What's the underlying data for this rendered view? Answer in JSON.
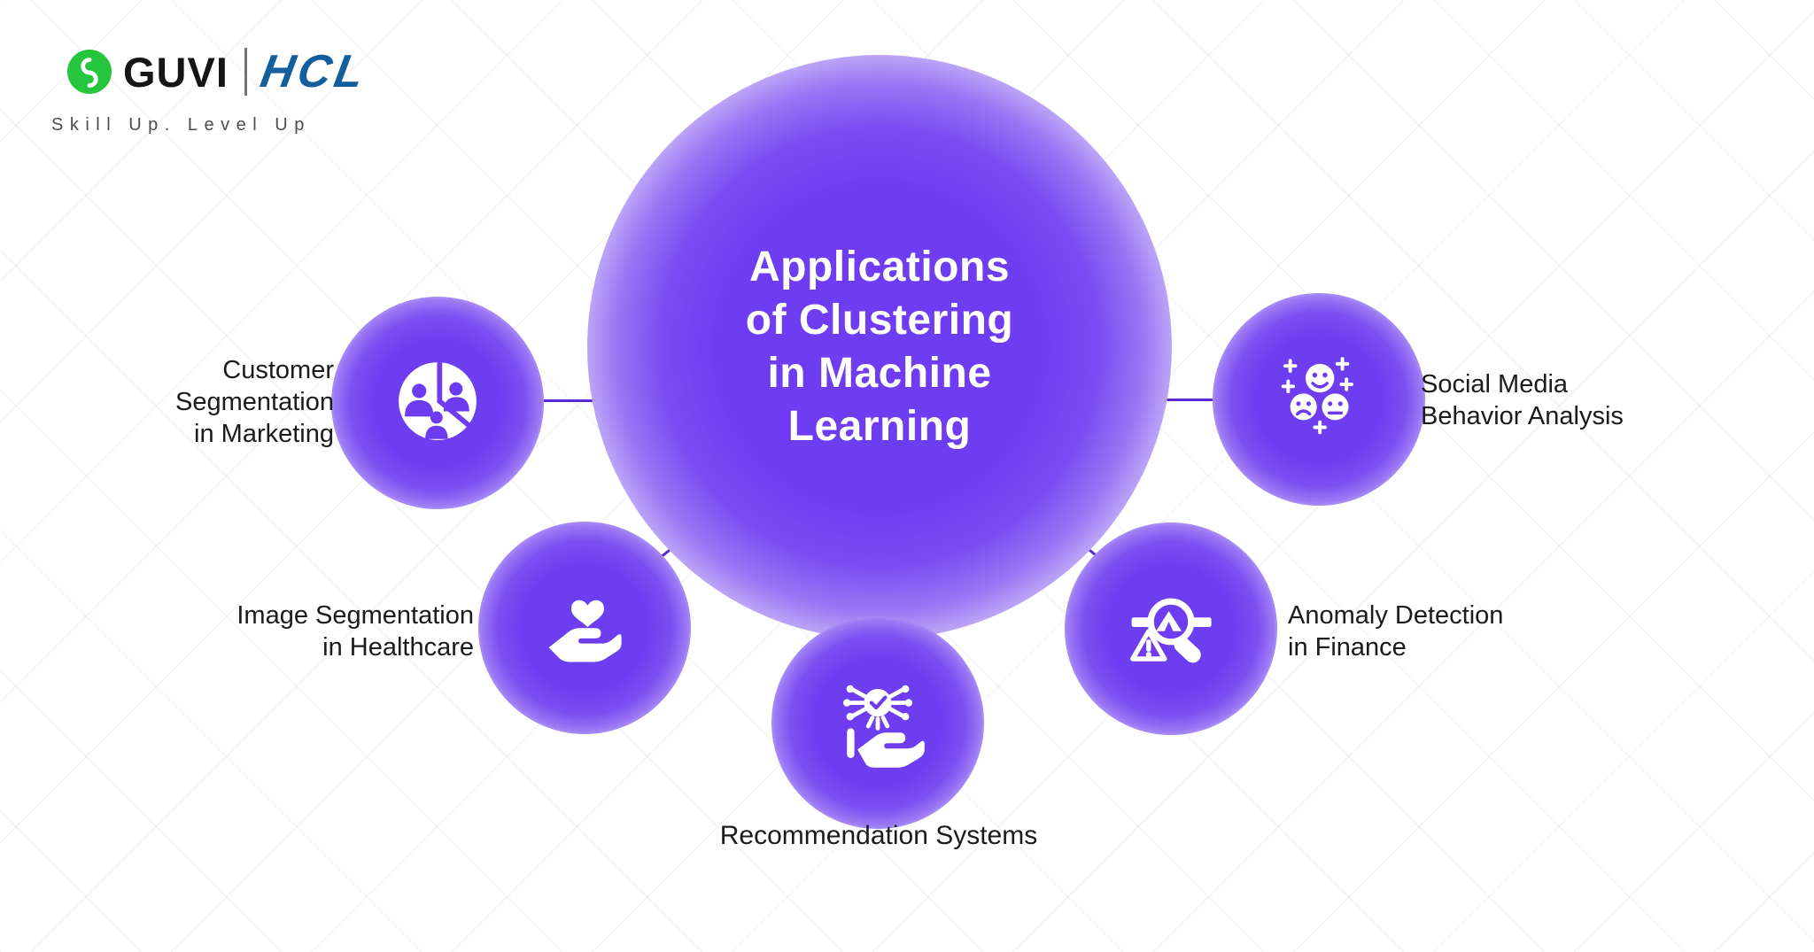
{
  "brand": {
    "guvi": "GUVI",
    "hcl": "HCL",
    "tagline": "Skill Up. Level Up",
    "guvi_green": "#25c53d",
    "hcl_blue": "#135f9e",
    "guvi_logo_icon": "g-loop-icon"
  },
  "center": {
    "title": "Applications\nof Clustering\nin Machine\nLearning"
  },
  "nodes": {
    "customer": {
      "label": "Customer\nSegmentation\nin Marketing",
      "icon": "pie-people-icon"
    },
    "healthcare": {
      "label": "Image Segmentation\nin Healthcare",
      "icon": "heart-hand-icon"
    },
    "recommendation": {
      "label": "Recommendation Systems",
      "icon": "network-hand-check-icon"
    },
    "anomaly": {
      "label": "Anomaly Detection\nin Finance",
      "icon": "magnifier-warning-icon"
    },
    "social": {
      "label": "Social Media\nBehavior Analysis",
      "icon": "emoji-faces-icon"
    }
  },
  "colors": {
    "node_purple": "#6f3df0",
    "icon_accent_purple": "#6d3cf0",
    "connector_purple": "#5b2ad5",
    "label_text": "#1b1b1b",
    "title_text": "#ffffff"
  }
}
